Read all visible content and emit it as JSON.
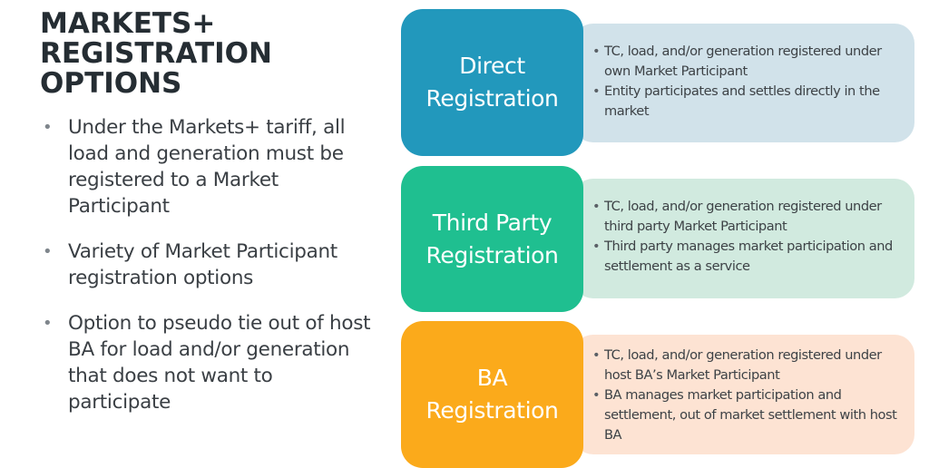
{
  "title": {
    "lines": [
      "MARKETS+",
      "REGISTRATION",
      "OPTIONS"
    ]
  },
  "bullets": [
    "Under the Markets+ tariff, all load and generation must be registered to a Market Participant",
    "Variety of Market Participant registration options",
    "Option to pseudo tie out of host BA for load and/or generation that does not want to participate"
  ],
  "options": [
    {
      "label_lines": [
        "Direct",
        "Registration"
      ],
      "tile_color": "#2298bc",
      "panel_color": "#d1e2ea",
      "points": [
        "TC, load, and/or generation registered under own Market Participant",
        "Entity participates and settles directly in the market"
      ]
    },
    {
      "label_lines": [
        "Third Party",
        "Registration"
      ],
      "tile_color": "#1fbf90",
      "panel_color": "#d1eadf",
      "points": [
        "TC, load, and/or generation registered under third party Market Participant",
        "Third party manages market participation and settlement as a service"
      ]
    },
    {
      "label_lines": [
        "BA",
        "Registration"
      ],
      "tile_color": "#fbaa1b",
      "panel_color": "#fde3d3",
      "points": [
        "TC, load, and/or generation registered under host BA’s Market Participant",
        "BA manages market participation and settlement, out of market settlement with host BA"
      ]
    }
  ]
}
